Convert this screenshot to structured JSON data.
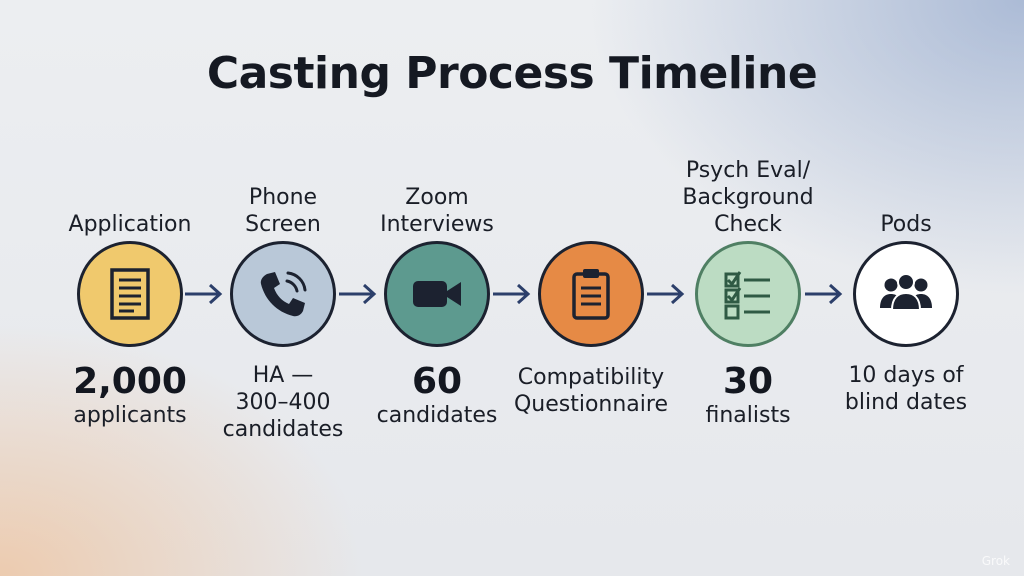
{
  "title": "Casting Process Timeline",
  "colors": {
    "arrow": "#2c3f6a",
    "outline": "#1c2230",
    "application": "#f0c96d",
    "phone_screen": "#b9c8d8",
    "zoom_interviews": "#5d9a8f",
    "compatibility": "#e68a45",
    "psych_eval": "#bcdcc3",
    "pods": "#ffffff"
  },
  "steps": [
    {
      "label": "Application",
      "icon": "document-icon",
      "value": "2,000",
      "sub": "applicants"
    },
    {
      "label": "Phone\nScreen",
      "icon": "phone-icon",
      "value": "",
      "sub": "HA —\n300–400\ncandidates"
    },
    {
      "label": "Zoom\nInterviews",
      "icon": "video-camera-icon",
      "value": "60",
      "sub": "candidates"
    },
    {
      "label": "",
      "icon": "clipboard-icon",
      "value": "",
      "sub": "Compatibility\nQuestionnaire"
    },
    {
      "label": "Psych Eval/\nBackground\nCheck",
      "icon": "checklist-icon",
      "value": "30",
      "sub": "finalists"
    },
    {
      "label": "Pods",
      "icon": "group-icon",
      "value": "",
      "sub": "10 days of\nblind dates"
    }
  ],
  "watermark": "Grok"
}
